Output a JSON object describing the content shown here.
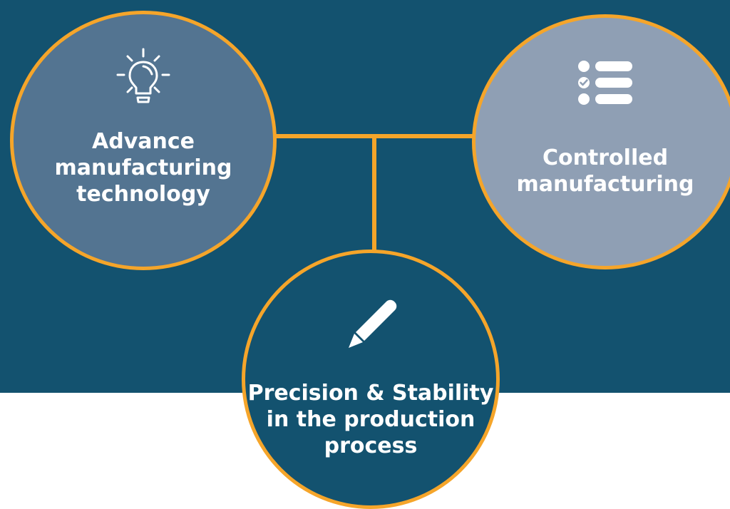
{
  "colors": {
    "background_band": "#13526f",
    "page_background": "#ffffff",
    "accent_ring": "#f5a52a",
    "node_left_fill": "#537491",
    "node_right_fill": "#8f9fb4",
    "node_bottom_fill": "#13526f",
    "text": "#ffffff"
  },
  "nodes": {
    "left": {
      "icon": "lightbulb-icon",
      "label": "Advance\nmanufacturing\ntechnology"
    },
    "right": {
      "icon": "checklist-icon",
      "label": "Controlled\nmanufacturing"
    },
    "bottom": {
      "icon": "pencil-icon",
      "label": "Precision & Stability\nin the production\nprocess"
    }
  }
}
